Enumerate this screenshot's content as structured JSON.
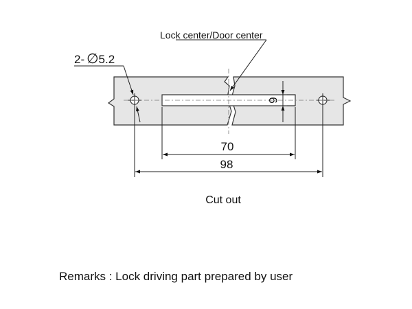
{
  "drawing": {
    "leader_label": "Lock center/Door center",
    "hole_spec": {
      "prefix": "2-",
      "symbol": "∅",
      "value": "5.2"
    },
    "slot_height_dim": "6",
    "slot_length_dim": "70",
    "hole_spacing_dim": "98",
    "caption": "Cut out",
    "remarks": "Remarks : Lock driving part prepared by user"
  }
}
